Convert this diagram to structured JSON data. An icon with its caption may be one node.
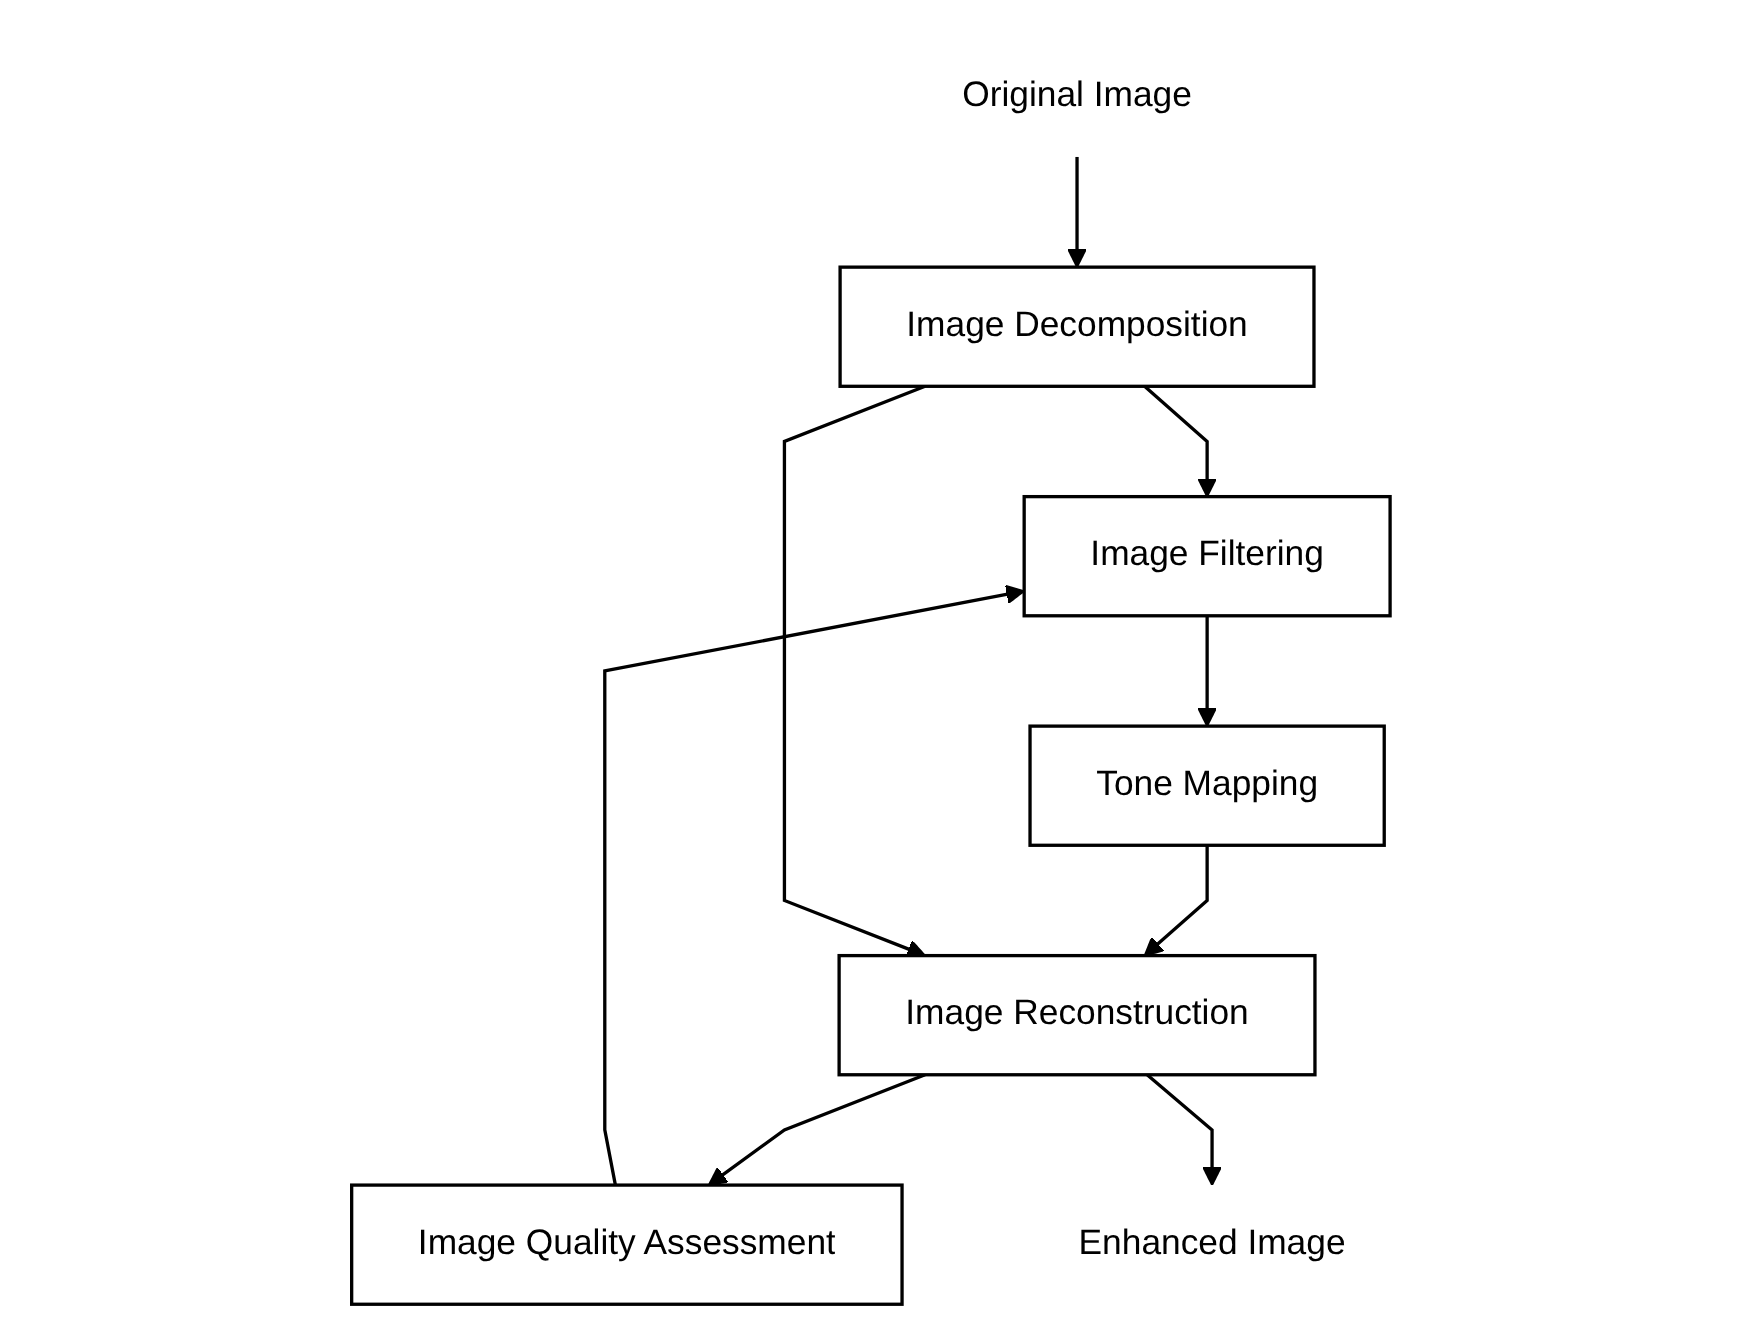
{
  "diagram": {
    "nodes": [
      {
        "text": [
          "Original Image"
        ]
      },
      {
        "text": [
          "Image Decomposition"
        ]
      },
      {
        "text": [
          "Image Filtering"
        ]
      },
      {
        "text": [
          "Image Quality Assessment"
        ]
      },
      {
        "text": [
          "Tone Mapping"
        ]
      },
      {
        "text": [
          "Image Reconstruction"
        ]
      },
      {
        "text": [
          "Enhanced Image"
        ]
      }
    ],
    "edges": [
      {
        "from": 0,
        "to": 1,
        "arrow": "to"
      },
      {
        "from": 1,
        "to": 2,
        "arrow": "to"
      },
      {
        "from": 2,
        "to": 4,
        "arrow": "to"
      },
      {
        "from": 4,
        "to": 5,
        "arrow": "to"
      },
      {
        "from": 5,
        "to": 3,
        "arrow": "to"
      },
      {
        "from": 3,
        "to": 2,
        "arrow": "to"
      },
      {
        "from": 1,
        "to": 5,
        "arrow": "to"
      },
      {
        "from": 5,
        "to": 6,
        "arrow": "to"
      }
    ]
  }
}
